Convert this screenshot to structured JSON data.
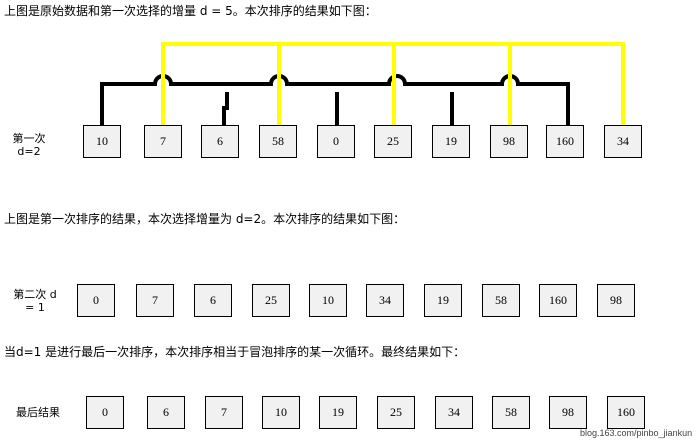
{
  "intro_text": "上图是原始数据和第一次选择的增量 d = 5。本次排序的结果如下图：",
  "row1": {
    "label_line1": "第一次",
    "label_line2": "d=2",
    "values": [
      "10",
      "7",
      "6",
      "58",
      "0",
      "25",
      "19",
      "98",
      "160",
      "34"
    ]
  },
  "middle_text": "上图是第一次排序的结果，本次选择增量为 d=2。本次排序的结果如下图：",
  "row2": {
    "label_line1": "第二次 d",
    "label_line2": "= 1",
    "values": [
      "0",
      "7",
      "6",
      "25",
      "10",
      "34",
      "19",
      "58",
      "160",
      "98"
    ]
  },
  "final_text": "当d=1 是进行最后一次排序，本次排序相当于冒泡排序的某一次循环。最终结果如下：",
  "row3": {
    "label": "最后结果",
    "values": [
      "0",
      "6",
      "7",
      "10",
      "19",
      "25",
      "34",
      "58",
      "98",
      "160"
    ]
  },
  "watermark": "blog.163.com/pinbo_jiankun",
  "colors": {
    "black_links": "#000000",
    "yellow_links": "#ffff00",
    "box_fill": "#f1f1f1"
  }
}
